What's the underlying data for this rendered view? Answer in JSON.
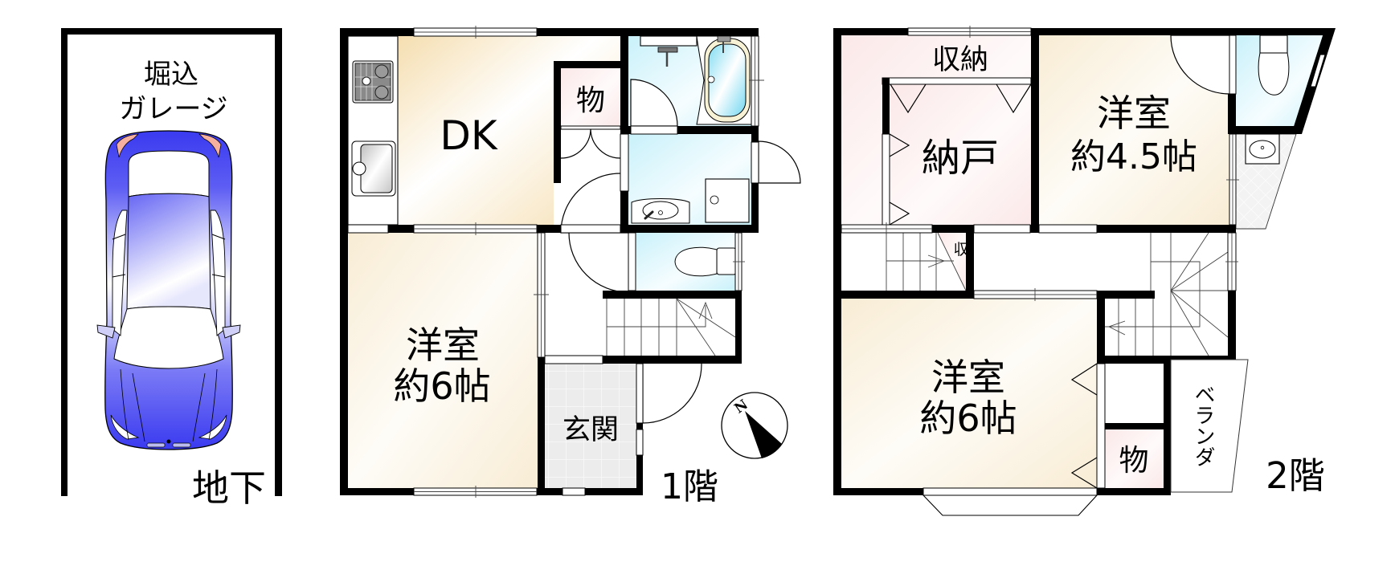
{
  "basement": {
    "floor_label": "地下",
    "garage": {
      "line1": "堀込",
      "line2": "ガレージ"
    }
  },
  "floor1": {
    "floor_label": "1階",
    "dk": {
      "name": "DK"
    },
    "storage": {
      "name": "物"
    },
    "western_room": {
      "name": "洋室",
      "size": "約6帖"
    },
    "entrance": {
      "name": "玄関"
    }
  },
  "floor2": {
    "floor_label": "2階",
    "closet": {
      "name": "収納"
    },
    "storeroom": {
      "name": "納戸"
    },
    "western_room_north": {
      "name": "洋室",
      "size": "約4.5帖"
    },
    "western_room_south": {
      "name": "洋室",
      "size": "約6帖"
    },
    "stair_storage": {
      "name": "収"
    },
    "storage": {
      "name": "物"
    },
    "balcony": {
      "name": "ベランダ"
    }
  },
  "compass": {
    "north_label": "N"
  },
  "icons": {
    "car": "car-top-view-icon",
    "compass": "compass-north-arrow-icon",
    "stove": "gas-stove-icon",
    "sink": "kitchen-sink-icon",
    "bathtub": "bathtub-icon",
    "toilet": "toilet-icon",
    "washbasin": "washbasin-icon",
    "washing_machine": "washing-machine-pan-icon",
    "stairs": "stairs-icon",
    "window": "window-icon",
    "door": "door-swing-icon"
  },
  "colors": {
    "wall": "#000000",
    "dk_floor": "#f5deb0",
    "room_floor": "#f8ecd4",
    "wet_area": "#c9f1fa",
    "closet_floor": "#fbe8e8",
    "entrance_tile": "#ececec",
    "car_body": "#3a3af0",
    "car_light": "#f5b0a0"
  }
}
